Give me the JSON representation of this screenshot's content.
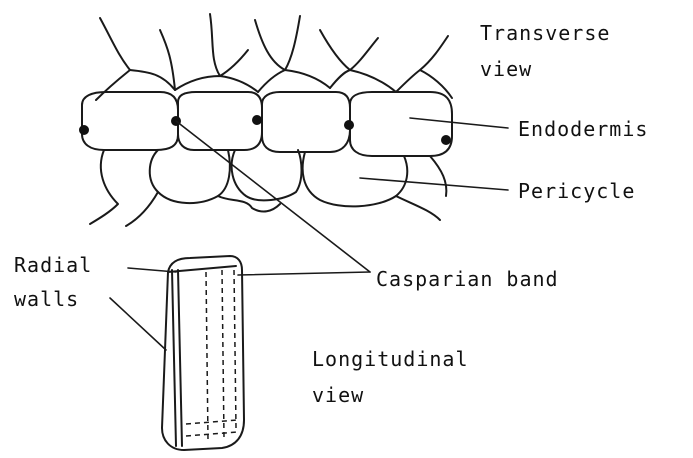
{
  "labels": {
    "transverse_1": "Transverse",
    "transverse_2": "view",
    "endodermis": "Endodermis",
    "pericycle": "Pericycle",
    "radial_1": "Radial",
    "radial_2": "walls",
    "casparian": "Casparian band",
    "longitudinal_1": "Longitudinal",
    "longitudinal_2": "view"
  }
}
